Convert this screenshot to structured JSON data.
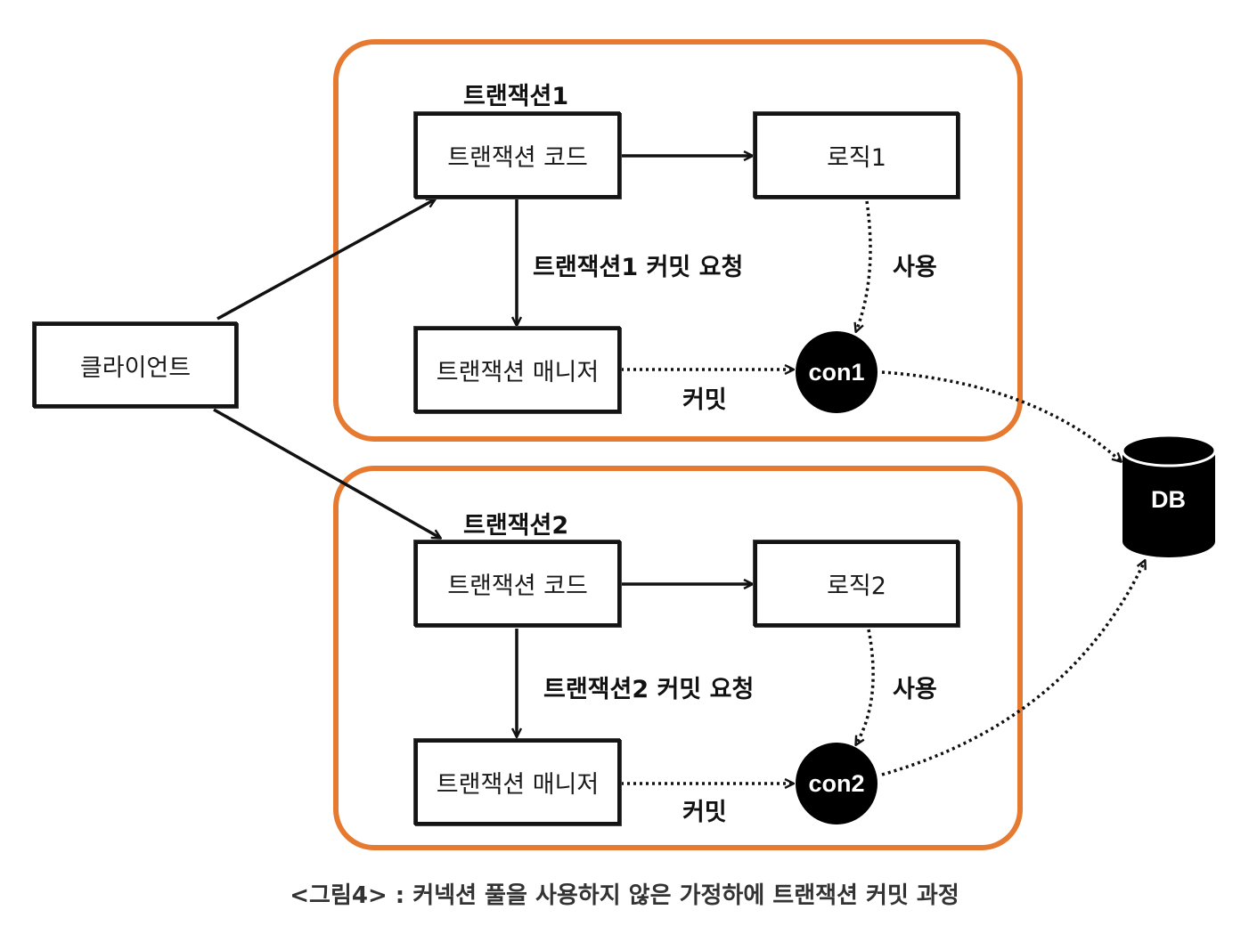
{
  "client": {
    "label": "클라이언트"
  },
  "groups": [
    {
      "title": "트랜잭션1",
      "code_box": "트랜잭션 코드",
      "logic_box": "로직1",
      "manager_box": "트랜잭션 매니저",
      "commit_request": "트랜잭션1 커밋 요청",
      "use_label": "사용",
      "commit_label": "커밋",
      "connection": "con1"
    },
    {
      "title": "트랜잭션2",
      "code_box": "트랜잭션 코드",
      "logic_box": "로직2",
      "manager_box": "트랜잭션 매니저",
      "commit_request": "트랜잭션2 커밋 요청",
      "use_label": "사용",
      "commit_label": "커밋",
      "connection": "con2"
    }
  ],
  "database": {
    "label": "DB"
  },
  "caption": "<그림4> : 커넥션 풀을 사용하지 않은 가정하에 트랜잭션 커밋 과정",
  "colors": {
    "group_border": "#E57A30",
    "node_fill": "#000000",
    "line": "#111111"
  }
}
